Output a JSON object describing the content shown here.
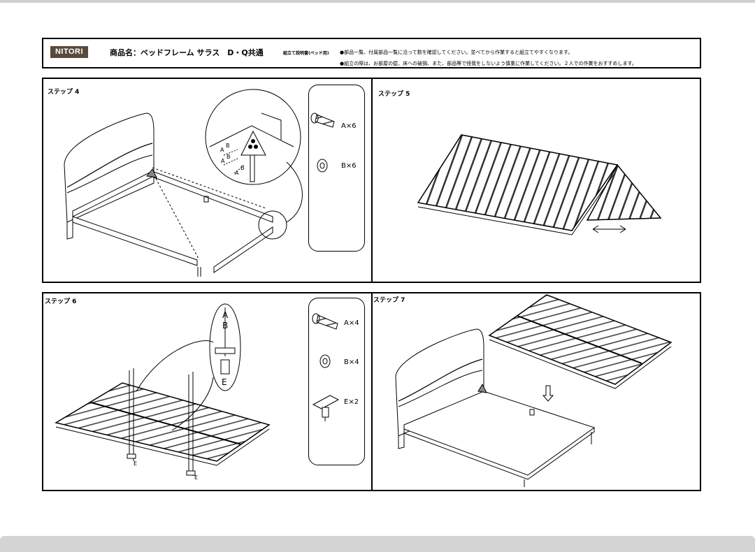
{
  "header": {
    "logo": "NITORI",
    "product_name": "商品名：ベッドフレーム サラス　D・Q共通",
    "manual_label": "組立て説明書(ベッド用)",
    "note_1": "●部品一覧、付属部品一覧に沿って数を確認してください。並べてから作業すると組立てやすくなります。",
    "note_2": "●組立の際は、お部屋の壁、床への破損、また、部品等で怪我をしないよう慎重に作業してください。２人での作業をおすすめします。"
  },
  "step4": {
    "label": "ステップ 4",
    "parts": [
      {
        "icon": "bolt-icon",
        "qty": "A×6"
      },
      {
        "icon": "washer-icon",
        "qty": "B×6"
      }
    ],
    "callout_labels": [
      "A",
      "B",
      "A",
      "B",
      "A",
      "B"
    ]
  },
  "step5": {
    "label": "ステップ 5"
  },
  "step6": {
    "label": "ステップ 6",
    "parts": [
      {
        "icon": "bolt-icon",
        "qty": "A×4"
      },
      {
        "icon": "washer-icon",
        "qty": "B×4"
      },
      {
        "icon": "leg-bracket-icon",
        "qty": "E×2"
      }
    ],
    "callout_labels": [
      "A",
      "B",
      "E"
    ],
    "leg_labels": [
      "E",
      "E"
    ]
  },
  "step7": {
    "label": "ステップ 7"
  }
}
